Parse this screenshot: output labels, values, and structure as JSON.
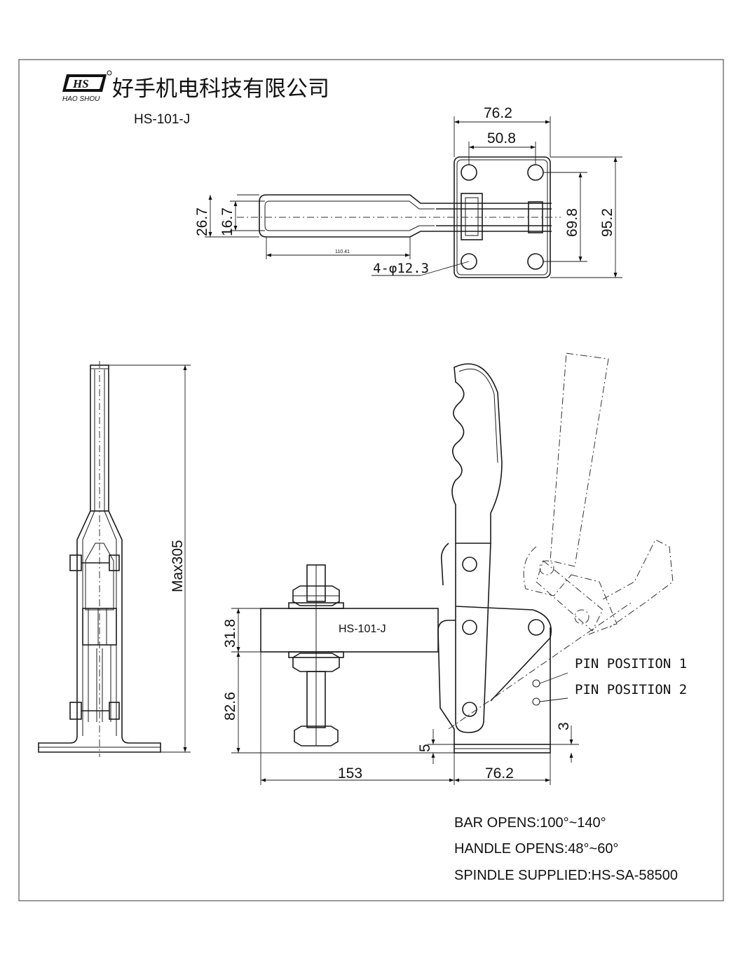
{
  "company": {
    "logo_text": "HS",
    "logo_subtext": "HAO SHOU",
    "name_cn": "好手机电科技有限公司"
  },
  "model": "HS-101-J",
  "dimensions": {
    "top_width_total": "76.2",
    "top_hole_spacing": "50.8",
    "handle_outer_width": "26.7",
    "handle_inner_width": "16.7",
    "handle_length": "110.41",
    "holes": "4-φ12.3",
    "hole_spacing_vertical": "69.8",
    "base_height": "95.2",
    "max_height": "Max305",
    "bar_height": "31.8",
    "bar_to_base": "82.6",
    "bar_length": "153",
    "base_length": "76.2",
    "base_thickness": "5",
    "pin_offset": "3"
  },
  "labels": {
    "pin_position_1": "PIN POSITION 1",
    "pin_position_2": "PIN POSITION 2",
    "bar_label": "HS-101-J"
  },
  "notes": [
    "BAR OPENS:100°~140°",
    "HANDLE OPENS:48°~60°",
    "SPINDLE SUPPLIED:HS-SA-58500"
  ]
}
